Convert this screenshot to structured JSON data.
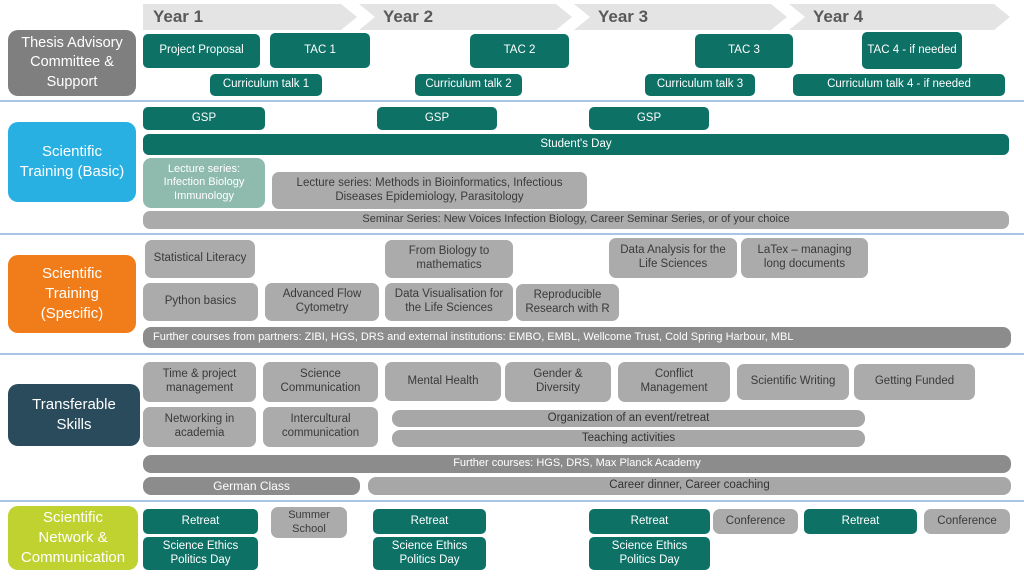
{
  "years": {
    "y1": "Year 1",
    "y2": "Year 2",
    "y3": "Year 3",
    "y4": "Year 4"
  },
  "sections": {
    "advisory": {
      "label": "Thesis Advisory Committee  & Support",
      "items": {
        "project_proposal": "Project Proposal",
        "tac1": "TAC 1",
        "tac2": "TAC 2",
        "tac3": "TAC 3",
        "tac4": "TAC 4 - if needed",
        "talk1": "Curriculum talk 1",
        "talk2": "Curriculum talk 2",
        "talk3": "Curriculum talk 3",
        "talk4": "Curriculum talk 4 - if needed"
      }
    },
    "basic": {
      "label": "Scientific Training (Basic)",
      "items": {
        "gsp1": "GSP",
        "gsp2": "GSP",
        "gsp3": "GSP",
        "students_day": "Student's Day",
        "lecture_infection": "Lecture series: Infection Biology Immunology",
        "lecture_methods": "Lecture series: Methods in Bioinformatics, Infectious Diseases Epidemiology, Parasitology",
        "seminar": "Seminar Series: New Voices Infection Biology,  Career Seminar Series, or of your choice"
      }
    },
    "specific": {
      "label": "Scientific Training (Specific)",
      "items": {
        "stat_literacy": "Statistical Literacy",
        "biology_math": "From Biology to mathematics",
        "data_analysis": "Data Analysis for the Life Sciences",
        "latex": "LaTex – managing long documents",
        "python": "Python basics",
        "flow_cytometry": "Advanced Flow Cytometry",
        "data_vis": "Data Visualisation for the Life Sciences",
        "reproducible": "Reproducible Research with R",
        "further_partners": "Further courses from partners: ZIBI, HGS, DRS and external institutions: EMBO, EMBL, Wellcome Trust, Cold Spring Harbour, MBL"
      }
    },
    "transferable": {
      "label": "Transferable Skills",
      "items": {
        "time_mgmt": "Time & project management",
        "sci_comm": "Science Communication",
        "mental_health": "Mental Health",
        "gender": "Gender & Diversity",
        "conflict": "Conflict Management",
        "sci_writing": "Scientific Writing",
        "funding": "Getting Funded",
        "networking": "Networking in academia",
        "intercultural": "Intercultural communication",
        "organization": "Organization of an event/retreat",
        "teaching": "Teaching activities",
        "further_hgs": "Further courses: HGS, DRS, Max Planck Academy",
        "german": "German Class",
        "career": "Career dinner, Career coaching"
      }
    },
    "network": {
      "label": "Scientific Network & Communication",
      "items": {
        "retreat1": "Retreat",
        "summer_school": "Summer School",
        "retreat2": "Retreat",
        "retreat3": "Retreat",
        "conference1": "Conference",
        "retreat4": "Retreat",
        "conference2": "Conference",
        "ethics1": "Science Ethics Politics Day",
        "ethics2": "Science Ethics Politics Day",
        "ethics3": "Science Ethics Politics Day"
      }
    }
  },
  "colors": {
    "teal": "#0D7165",
    "sage": "#8FBBAE",
    "box_gray": "#ABABAB",
    "bar_dark_gray": "#8C8C8C",
    "light_bar_gray": "#A7A7A7",
    "label_gray": "#7F7F7F",
    "blue": "#29B0E3",
    "orange": "#F07D1A",
    "navy": "#2A4B5C",
    "green": "#BFD230",
    "arrow_gray": "#E4E4E4",
    "divider_blue": "#A9C5E5"
  }
}
